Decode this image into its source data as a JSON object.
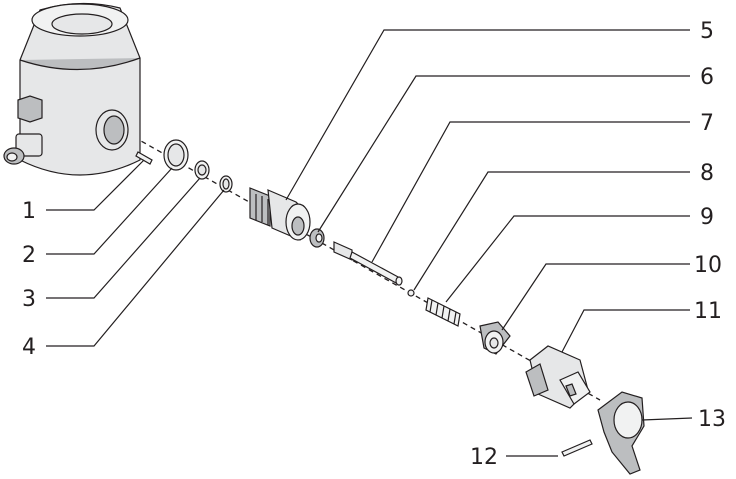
{
  "callouts": [
    {
      "id": "1",
      "label": "1"
    },
    {
      "id": "2",
      "label": "2"
    },
    {
      "id": "3",
      "label": "3"
    },
    {
      "id": "4",
      "label": "4"
    },
    {
      "id": "5",
      "label": "5"
    },
    {
      "id": "6",
      "label": "6"
    },
    {
      "id": "7",
      "label": "7"
    },
    {
      "id": "8",
      "label": "8"
    },
    {
      "id": "9",
      "label": "9"
    },
    {
      "id": "10",
      "label": "10"
    },
    {
      "id": "11",
      "label": "11"
    },
    {
      "id": "12",
      "label": "12"
    },
    {
      "id": "13",
      "label": "13"
    }
  ],
  "colors": {
    "line": "#231f20",
    "part_fill": "#e6e7e8",
    "part_shade": "#bcbec0",
    "background": "#ffffff"
  }
}
